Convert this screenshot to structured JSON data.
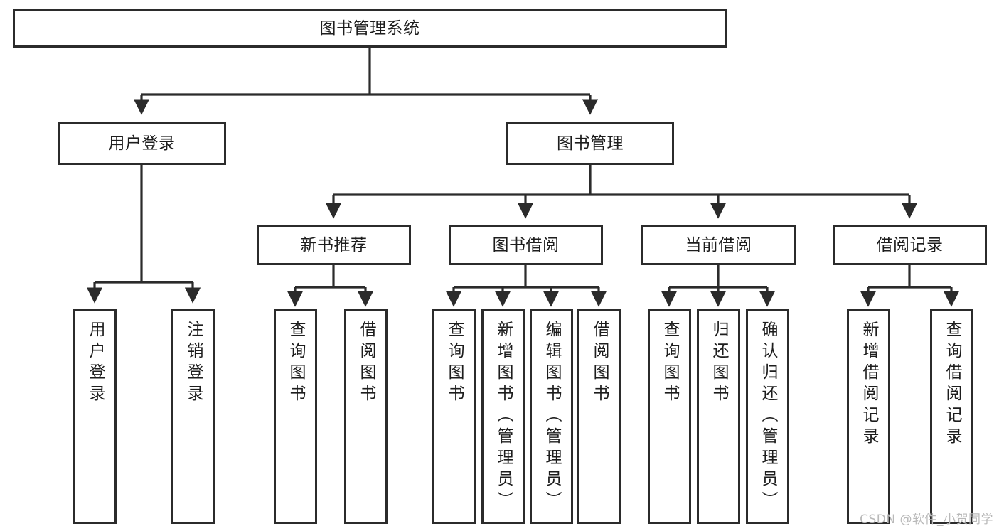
{
  "diagram": {
    "title": "图书管理系统",
    "type": "tree",
    "watermark": "CSDN @软件_小贺同学",
    "colors": {
      "box_border": "#2b2b2b",
      "box_fill": "#ffffff",
      "connector": "#2b2b2b",
      "text": "#1d1d1d",
      "watermark": "#b9b9b9"
    },
    "nodes": {
      "root": {
        "label": "图书管理系统"
      },
      "level2": [
        {
          "id": "user-login",
          "label": "用户登录"
        },
        {
          "id": "book-manage",
          "label": "图书管理"
        }
      ],
      "level3": [
        {
          "id": "new-book-recommend",
          "label": "新书推荐"
        },
        {
          "id": "book-borrow",
          "label": "图书借阅"
        },
        {
          "id": "current-borrow",
          "label": "当前借阅"
        },
        {
          "id": "borrow-record",
          "label": "借阅记录"
        }
      ],
      "leaves": {
        "user-login": [
          {
            "id": "leaf-user-login",
            "label": "用户登录"
          },
          {
            "id": "leaf-user-logout",
            "label": "注销登录"
          }
        ],
        "new-book-recommend": [
          {
            "id": "leaf-query-book-1",
            "label": "查询图书"
          },
          {
            "id": "leaf-borrow-book-1",
            "label": "借阅图书"
          }
        ],
        "book-borrow": [
          {
            "id": "leaf-query-book-2",
            "label": "查询图书"
          },
          {
            "id": "leaf-add-book",
            "label": "新增图书（管理员）"
          },
          {
            "id": "leaf-edit-book",
            "label": "编辑图书（管理员）"
          },
          {
            "id": "leaf-borrow-book-2",
            "label": "借阅图书"
          }
        ],
        "current-borrow": [
          {
            "id": "leaf-query-book-3",
            "label": "查询图书"
          },
          {
            "id": "leaf-return-book",
            "label": "归还图书"
          },
          {
            "id": "leaf-confirm-return",
            "label": "确认归还（管理员）"
          }
        ],
        "borrow-record": [
          {
            "id": "leaf-add-record",
            "label": "新增借阅记录"
          },
          {
            "id": "leaf-query-record",
            "label": "查询借阅记录"
          }
        ]
      }
    }
  }
}
